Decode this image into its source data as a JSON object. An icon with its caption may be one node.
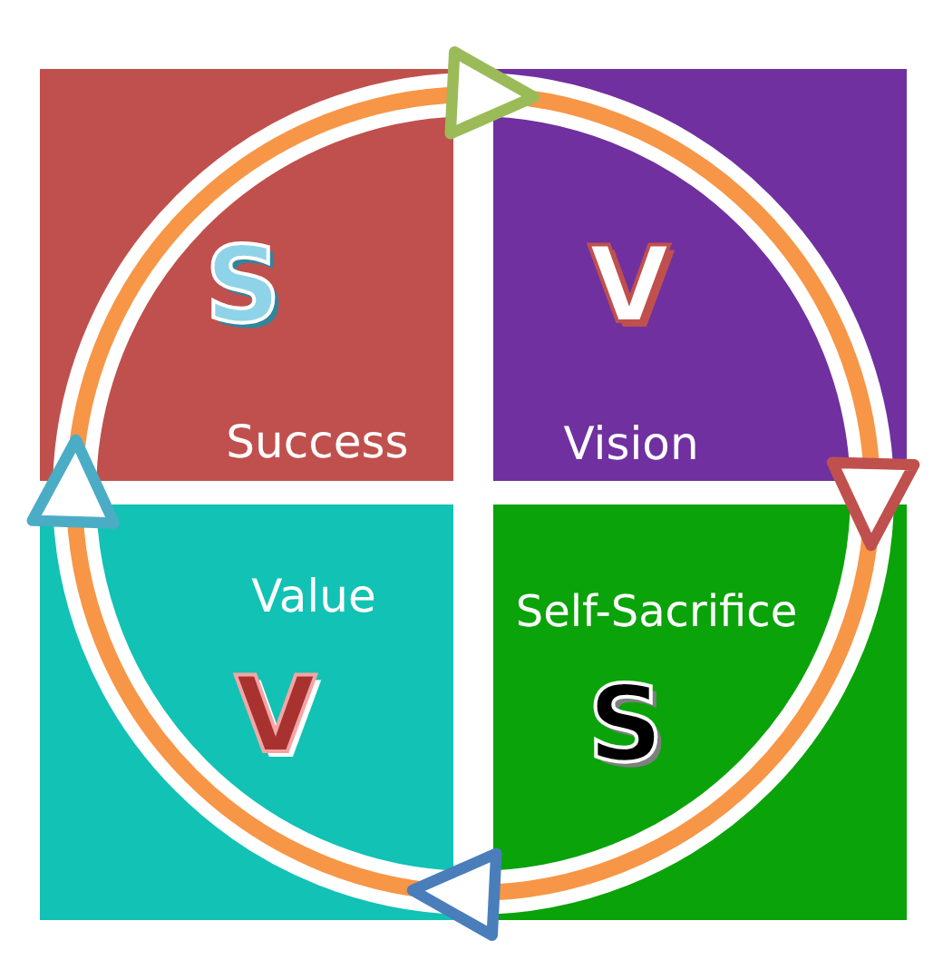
{
  "diagram": {
    "nodes": [
      {
        "text": [
          "S",
          "Success"
        ]
      },
      {
        "text": [
          "V",
          "Vision"
        ]
      },
      {
        "text": [
          "Value",
          "V"
        ]
      },
      {
        "text": [
          "Self-Sacrifice",
          "S"
        ]
      }
    ],
    "edges": [
      {
        "from": 0,
        "to": 1,
        "arrow": "to",
        "color": "#9bbb59"
      },
      {
        "from": 1,
        "to": 3,
        "arrow": "to",
        "color": "#c0504d"
      },
      {
        "from": 3,
        "to": 2,
        "arrow": "to",
        "color": "#4a7ebb"
      },
      {
        "from": 2,
        "to": 0,
        "arrow": "to",
        "color": "#4bacc6"
      }
    ]
  }
}
